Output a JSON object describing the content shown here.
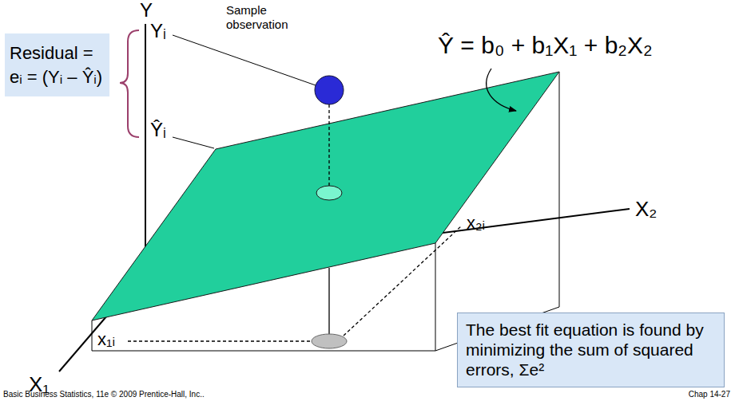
{
  "diagram": {
    "nodes": [
      {
        "text": [
          "Residual = eᵢ = (Yᵢ – Ŷᵢ)"
        ]
      },
      {
        "text": [
          "The best fit equation is found by minimizing the sum of squared errors, Σe²"
        ]
      }
    ],
    "labels": [
      "Y",
      "Sample observation",
      "Ŷ = b₀ + b₁X₁ + b₂X₂",
      "Yᵢ",
      "Ŷᵢ",
      "x₂ᵢ",
      "X₂",
      "x₁ᵢ",
      "X₁",
      "Basic Business Statistics, 11e © 2009 Prentice-Hall, Inc..",
      "Chap 14-27"
    ]
  }
}
